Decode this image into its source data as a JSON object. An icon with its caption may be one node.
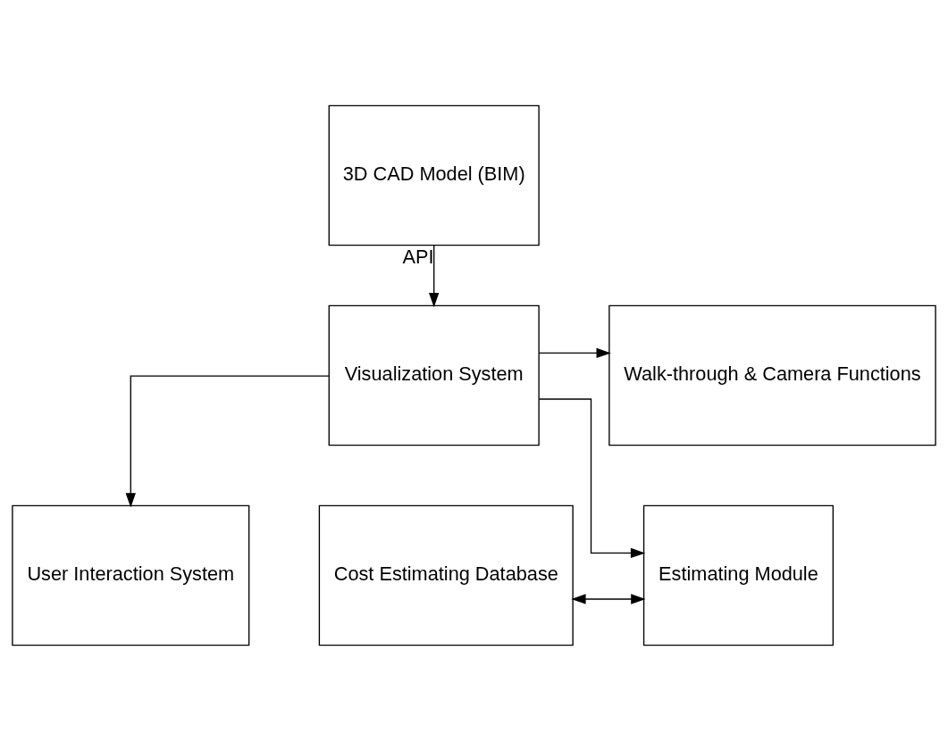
{
  "diagram": {
    "nodes": [
      {
        "text": [
          "3D CAD Model (BIM)"
        ]
      },
      {
        "text": [
          "Visualization System"
        ]
      },
      {
        "text": [
          "Walk-through & Camera Functions"
        ]
      },
      {
        "text": [
          "User Interaction System"
        ]
      },
      {
        "text": [
          "Cost Estimating Database"
        ]
      },
      {
        "text": [
          "Estimating Module"
        ]
      }
    ],
    "edges": [
      {
        "from": 0,
        "to": 1,
        "arrow": "to",
        "label": "API"
      },
      {
        "from": 1,
        "to": 2,
        "arrow": "to"
      },
      {
        "from": 1,
        "to": 3,
        "arrow": "to"
      },
      {
        "from": 1,
        "to": 5,
        "arrow": "to"
      },
      {
        "from": 4,
        "to": 5,
        "arrow": "both"
      }
    ]
  }
}
